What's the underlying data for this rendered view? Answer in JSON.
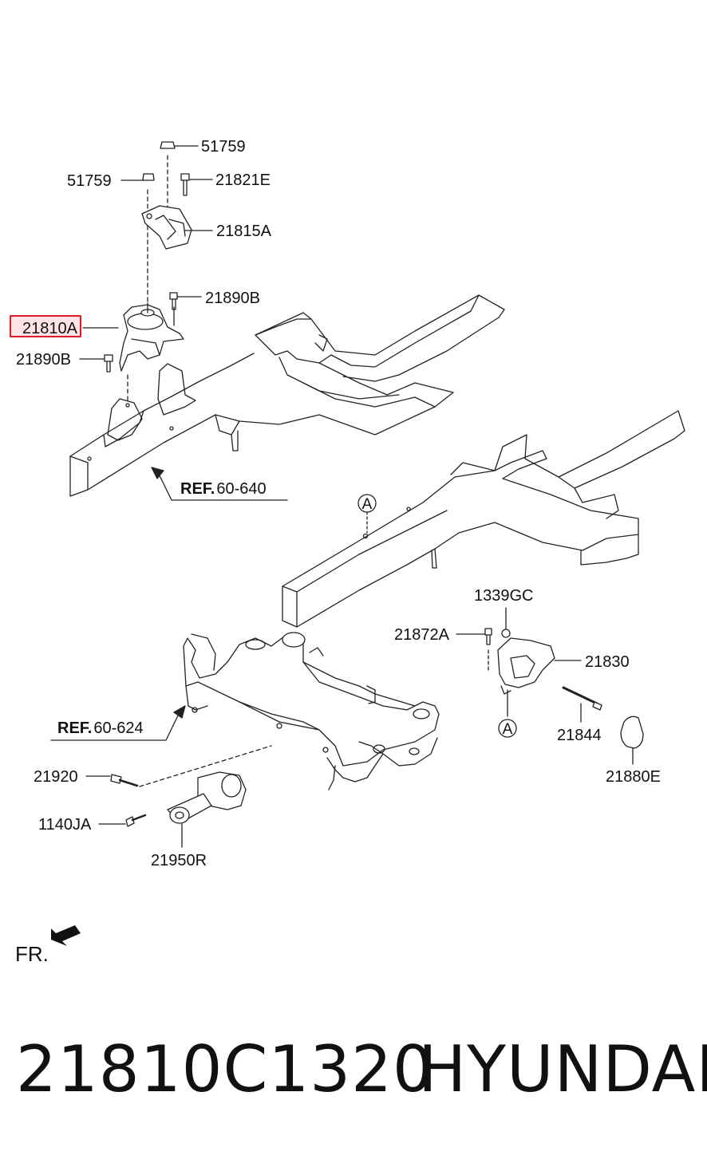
{
  "diagram": {
    "part_labels": {
      "p51759_top": "51759",
      "p51759_left": "51759",
      "p21821E": "21821E",
      "p21815A": "21815A",
      "p21890B_right": "21890B",
      "p21810A": "21810A",
      "p21890B_left": "21890B",
      "p1339GC": "1339GC",
      "p21872A": "21872A",
      "p21830": "21830",
      "p21844": "21844",
      "p21880E": "21880E",
      "p21920": "21920",
      "p1140JA": "1140JA",
      "p21950R": "21950R"
    },
    "references": {
      "ref1_bold": "REF.",
      "ref1_num": "60-640",
      "ref2_bold": "REF.",
      "ref2_num": "60-624"
    },
    "connectors": {
      "a_top": "A",
      "a_bottom": "A"
    },
    "front_marker": "FR.",
    "highlighted_part": "21810A",
    "highlight_color": "#e01b24"
  },
  "footer": {
    "part_number": "21810C1320",
    "brand": "HYUNDAI"
  }
}
